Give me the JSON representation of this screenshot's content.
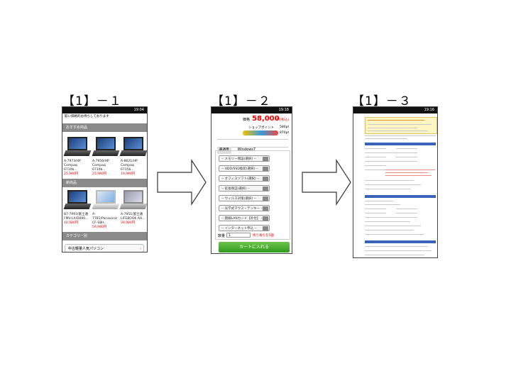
{
  "labels": [
    "【1】－１",
    "【1】－２",
    "【1】－３"
  ],
  "phone1": {
    "status_time": "19:04",
    "top_text": "取い価格的お待ちしております",
    "section_recommend": "おすすめ商品",
    "recommend_items": [
      {
        "name": "A-7973/HP Compaq 6710b...",
        "price": "25,980円"
      },
      {
        "name": "A-7956/HP Compaq 6710b...",
        "price": "25,980円"
      },
      {
        "name": "A-8621/HP Compaq 6715b...",
        "price": "19,980円"
      }
    ],
    "section_new": "新商品",
    "new_items": [
      {
        "name": "B7-7993/富士通 FMV-LX/D090...",
        "price": "40,980円"
      },
      {
        "name": "A-7781/Panasonic CF-S8H...",
        "price": "59,980円"
      },
      {
        "name": "A-7951/富士通 LIFEBOOK AH...",
        "price": "39,980円"
      }
    ],
    "section_category": "カテゴリー別",
    "category_item": "中古軽量人気パソコン"
  },
  "phone2": {
    "status_time": "19:18",
    "price_label": "価格",
    "price_value": "58,000",
    "price_tax": "円(税込)",
    "points_label": "ショップポイント",
    "points_value": "580pt",
    "points_bonus": "870pt",
    "os_label": "最適用",
    "os_value": "Windows7",
    "options": [
      "-- メモリー増設(選択) --",
      "-- HDD/SSD換装(選択) --",
      "-- オフィスソフト(選択) --",
      "-- 延長保証(選択) --",
      "-- ウィルス対策(選択) --",
      "-- 光学式マウス・テンキー --",
      "-- 無線LANカード【外付】 --",
      "-- インターネット申込 --"
    ],
    "qty_label": "数量",
    "qty_value": "1",
    "stock_note": "残り後ちを5個",
    "cart_button": "カートに入れる"
  },
  "phone3": {
    "status_time": "19:16"
  },
  "colors": {
    "accent_red": "#e00000",
    "cart_green": "#3aa628",
    "doc_blue": "#3a63b8"
  }
}
